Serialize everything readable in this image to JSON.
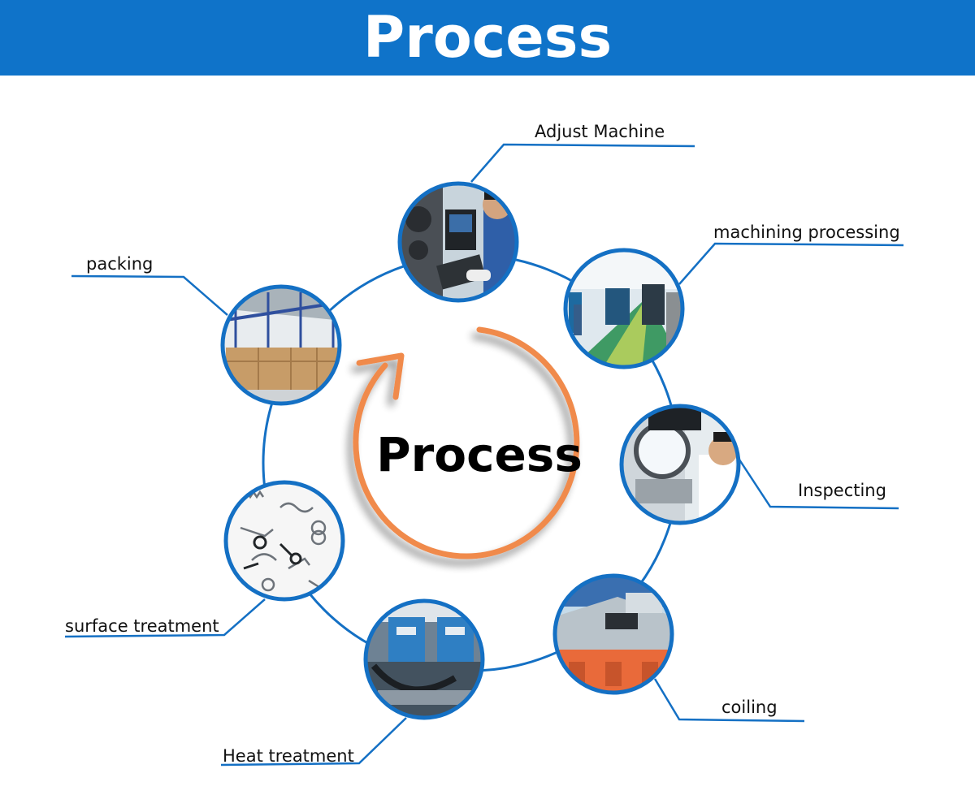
{
  "header": {
    "title": "Process"
  },
  "center": {
    "title": "Process"
  },
  "colors": {
    "header_bg": "#0f73c9",
    "ring": "#1470c4",
    "circle_border": "#1470c4",
    "arrow": "#f08a4b"
  },
  "steps": [
    {
      "label": "Adjust Machine",
      "photo": "operator-at-spring-machine-photo"
    },
    {
      "label": "machining processing",
      "photo": "factory-floor-photo"
    },
    {
      "label": "Inspecting",
      "photo": "projector-inspection-photo"
    },
    {
      "label": "coiling",
      "photo": "coiling-machine-photo"
    },
    {
      "label": "Heat treatment",
      "photo": "heat-treatment-furnace-photo"
    },
    {
      "label": "surface treatment",
      "photo": "assorted-springs-photo"
    },
    {
      "label": "packing",
      "photo": "warehouse-cartons-photo"
    }
  ]
}
